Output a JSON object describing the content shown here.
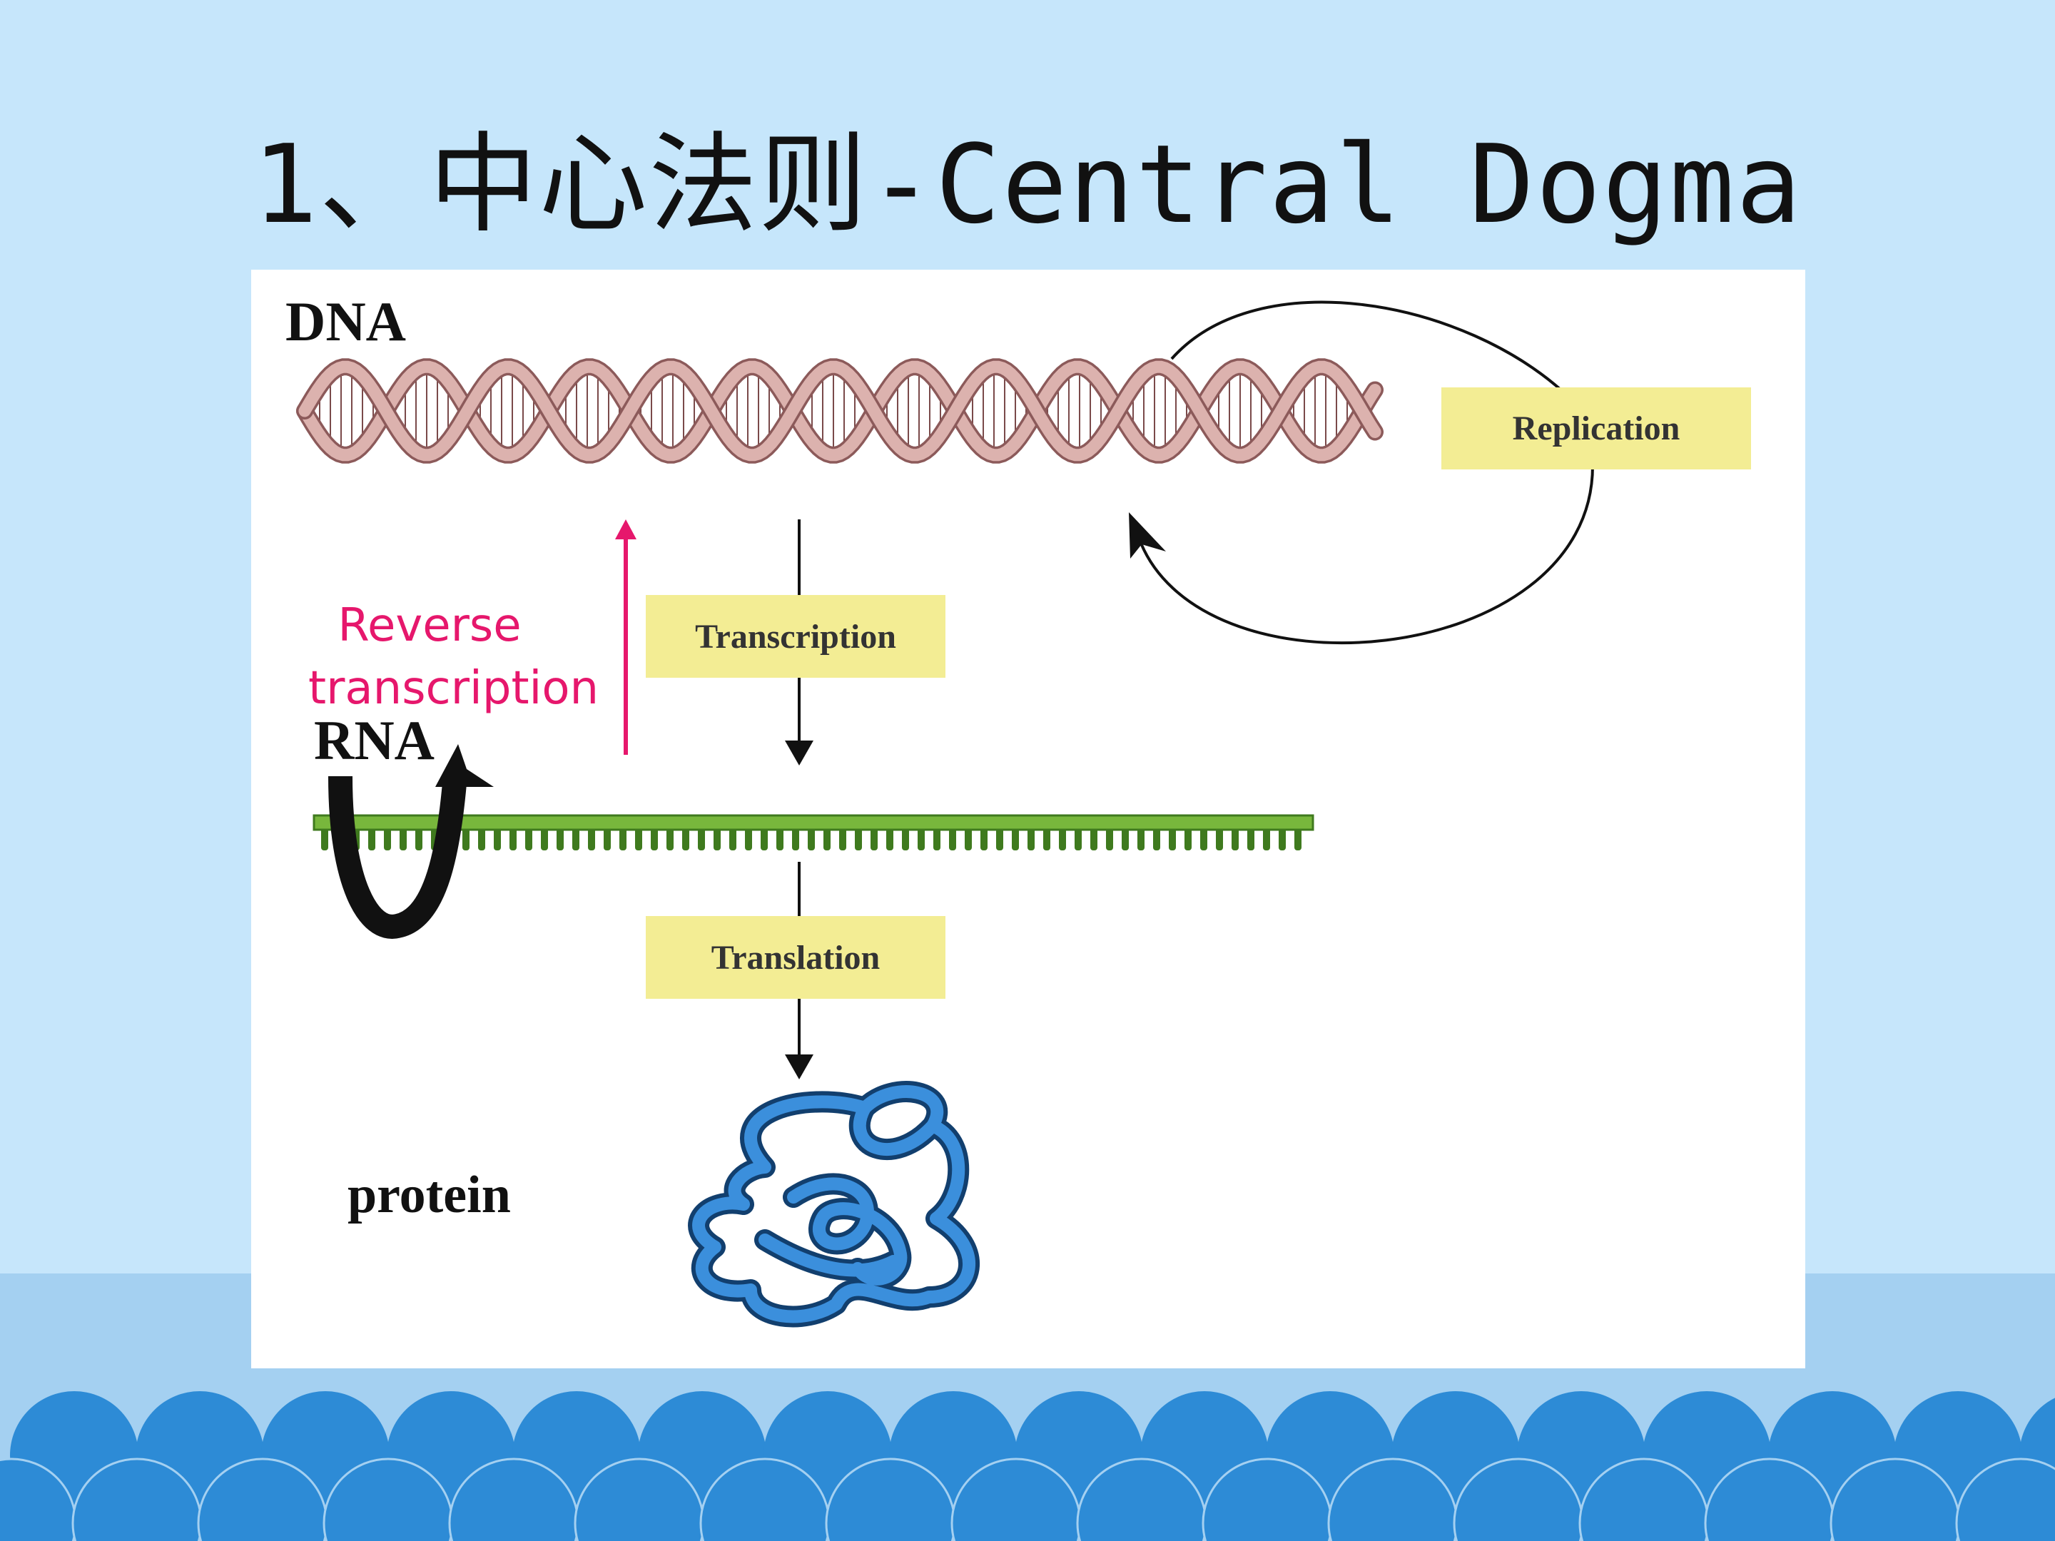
{
  "slide": {
    "title": "1、中心法则-Central Dogma"
  },
  "diagram": {
    "dna_label": "DNA",
    "rna_label": "RNA",
    "protein_label": "protein",
    "replication_label": "Replication",
    "transcription_label": "Transcription",
    "translation_label": "Translation",
    "reverse_line1": "Reverse",
    "reverse_line2": "transcription"
  },
  "colors": {
    "background": "#c6e6fb",
    "band": "#a4d0f1",
    "scallop": "#2d8bd6",
    "label_tag": "#f3ed94",
    "reverse_arrow": "#e6176c",
    "dna_strand": "#d8aaa6",
    "rna_strand": "#78b73c",
    "protein": "#2a78c2"
  }
}
